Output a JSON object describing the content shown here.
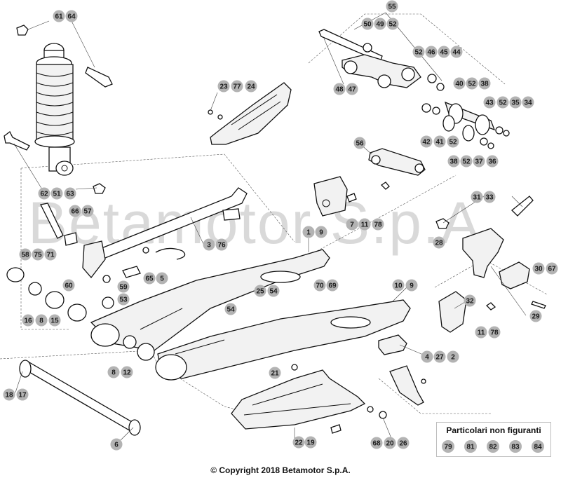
{
  "watermark": "Betamotor S.p.A.",
  "callouts": [
    {
      "id": "c61",
      "label": "61"
    },
    {
      "id": "c64",
      "label": "64"
    },
    {
      "id": "c55",
      "label": "55"
    },
    {
      "id": "c50",
      "label": "50"
    },
    {
      "id": "c49",
      "label": "49"
    },
    {
      "id": "c52a",
      "label": "52"
    },
    {
      "id": "c52b",
      "label": "52"
    },
    {
      "id": "c46",
      "label": "46"
    },
    {
      "id": "c45",
      "label": "45"
    },
    {
      "id": "c44",
      "label": "44"
    },
    {
      "id": "c48",
      "label": "48"
    },
    {
      "id": "c47",
      "label": "47"
    },
    {
      "id": "c23",
      "label": "23"
    },
    {
      "id": "c77",
      "label": "77"
    },
    {
      "id": "c24",
      "label": "24"
    },
    {
      "id": "c40",
      "label": "40"
    },
    {
      "id": "c52c",
      "label": "52"
    },
    {
      "id": "c38a",
      "label": "38"
    },
    {
      "id": "c43",
      "label": "43"
    },
    {
      "id": "c52d",
      "label": "52"
    },
    {
      "id": "c35",
      "label": "35"
    },
    {
      "id": "c34",
      "label": "34"
    },
    {
      "id": "c42",
      "label": "42"
    },
    {
      "id": "c41",
      "label": "41"
    },
    {
      "id": "c52e",
      "label": "52"
    },
    {
      "id": "c38b",
      "label": "38"
    },
    {
      "id": "c52f",
      "label": "52"
    },
    {
      "id": "c37",
      "label": "37"
    },
    {
      "id": "c36",
      "label": "36"
    },
    {
      "id": "c56",
      "label": "56"
    },
    {
      "id": "c62",
      "label": "62"
    },
    {
      "id": "c51",
      "label": "51"
    },
    {
      "id": "c63",
      "label": "63"
    },
    {
      "id": "c66",
      "label": "66"
    },
    {
      "id": "c57",
      "label": "57"
    },
    {
      "id": "c58",
      "label": "58"
    },
    {
      "id": "c75",
      "label": "75"
    },
    {
      "id": "c71",
      "label": "71"
    },
    {
      "id": "c3",
      "label": "3"
    },
    {
      "id": "c76",
      "label": "76"
    },
    {
      "id": "c7",
      "label": "7"
    },
    {
      "id": "c11a",
      "label": "11"
    },
    {
      "id": "c78a",
      "label": "78"
    },
    {
      "id": "c31",
      "label": "31"
    },
    {
      "id": "c33",
      "label": "33"
    },
    {
      "id": "c1",
      "label": "1"
    },
    {
      "id": "c9a",
      "label": "9"
    },
    {
      "id": "c28",
      "label": "28"
    },
    {
      "id": "c30",
      "label": "30"
    },
    {
      "id": "c67",
      "label": "67"
    },
    {
      "id": "c60",
      "label": "60"
    },
    {
      "id": "c59",
      "label": "59"
    },
    {
      "id": "c65",
      "label": "65"
    },
    {
      "id": "c5",
      "label": "5"
    },
    {
      "id": "c53",
      "label": "53"
    },
    {
      "id": "c25",
      "label": "25"
    },
    {
      "id": "c54a",
      "label": "54"
    },
    {
      "id": "c54b",
      "label": "54"
    },
    {
      "id": "c70",
      "label": "70"
    },
    {
      "id": "c69",
      "label": "69"
    },
    {
      "id": "c10",
      "label": "10"
    },
    {
      "id": "c9b",
      "label": "9"
    },
    {
      "id": "c32",
      "label": "32"
    },
    {
      "id": "c29",
      "label": "29"
    },
    {
      "id": "c11b",
      "label": "11"
    },
    {
      "id": "c78b",
      "label": "78"
    },
    {
      "id": "c16",
      "label": "16"
    },
    {
      "id": "c8a",
      "label": "8"
    },
    {
      "id": "c15",
      "label": "15"
    },
    {
      "id": "c8b",
      "label": "8"
    },
    {
      "id": "c12",
      "label": "12"
    },
    {
      "id": "c4",
      "label": "4"
    },
    {
      "id": "c27",
      "label": "27"
    },
    {
      "id": "c2",
      "label": "2"
    },
    {
      "id": "c18",
      "label": "18"
    },
    {
      "id": "c17",
      "label": "17"
    },
    {
      "id": "c21",
      "label": "21"
    },
    {
      "id": "c6",
      "label": "6"
    },
    {
      "id": "c22",
      "label": "22"
    },
    {
      "id": "c19",
      "label": "19"
    },
    {
      "id": "c68",
      "label": "68"
    },
    {
      "id": "c20",
      "label": "20"
    },
    {
      "id": "c26",
      "label": "26"
    }
  ],
  "legend": {
    "title": "Particolari non figuranti",
    "items": [
      "79",
      "81",
      "82",
      "83",
      "84"
    ]
  },
  "footer": {
    "copyright": "© Copyright 2018 Betamotor S.p.A."
  }
}
